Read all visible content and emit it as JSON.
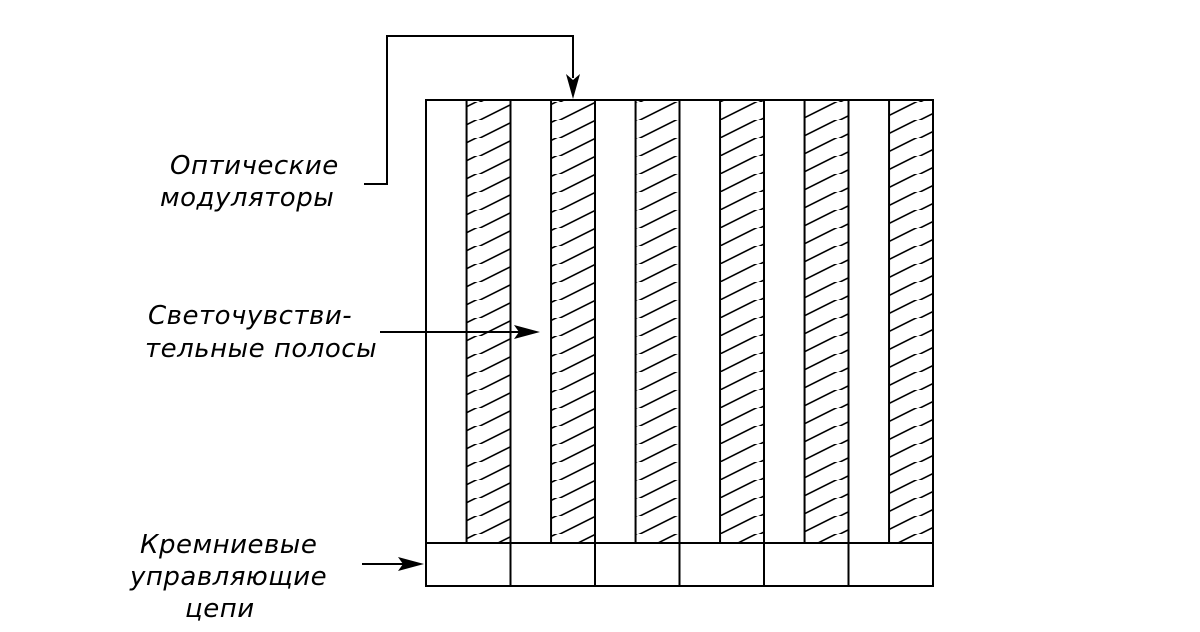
{
  "labels": {
    "optical_modulators": [
      "Оптические",
      "модуляторы"
    ],
    "photosensitive_strips": [
      "Светочувстви-",
      "тельные полосы"
    ],
    "silicon_control_circuits": [
      "Кремниевые",
      "управляющие",
      "цепи"
    ]
  },
  "structure": {
    "strip_pairs": 6,
    "control_cells": 6
  }
}
